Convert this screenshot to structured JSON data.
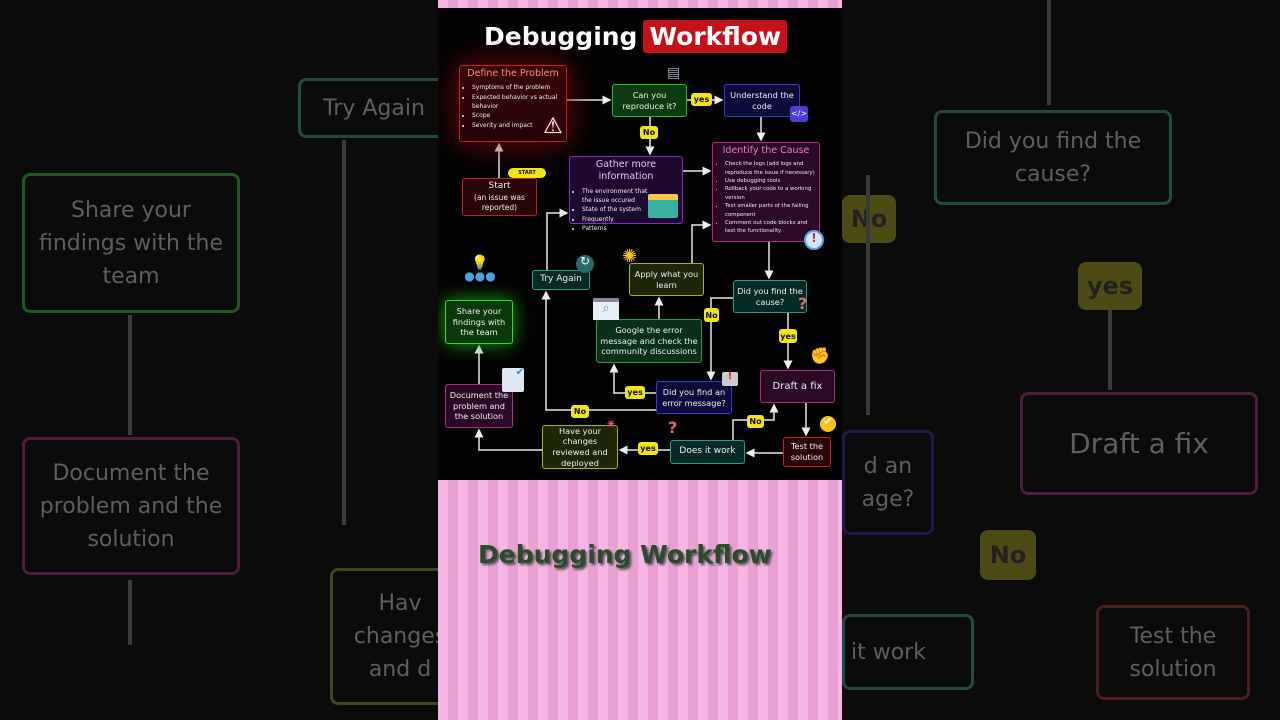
{
  "background": {
    "left": [
      "Try Again",
      "Share your findings with the team",
      "Document the problem and the solution",
      "Hav changes and d"
    ],
    "right": [
      "Did you find the cause?",
      "No",
      "yes",
      "Draft a fix",
      "No",
      "it work",
      "Test the solution",
      "d an age?"
    ]
  },
  "title": {
    "part1": "Debugging",
    "part2": "Workflow"
  },
  "nodes": {
    "define": {
      "title": "Define the Problem",
      "items": [
        "Symptoms of the problem",
        "Expected behavior vs actual behavior",
        "Scope",
        "Severity and impact"
      ]
    },
    "reproduce": "Can you reproduce it?",
    "understand": "Understand the code",
    "gather": {
      "title": "Gather more information",
      "items": [
        "The environment that the issue occured",
        "State of the system",
        "Frequently",
        "Patterns"
      ]
    },
    "identify": {
      "title": "Identify the Cause",
      "items": [
        "Check the logs (add logs and reproduce the issue if necessary)",
        "Use debugging tools",
        "Rollback your code to a working version",
        "Test smaller parts of the failing component",
        "Comment out code blocks and test the functionality"
      ]
    },
    "start": {
      "title": "Start",
      "sub": "(an issue was reported)",
      "pill": "START"
    },
    "try_again": "Try Again",
    "apply": "Apply what you learn",
    "found_cause": "Did you find the cause?",
    "share": "Share your findings with the team",
    "google": "Google the error message and check the community discussions",
    "draft": "Draft a fix",
    "error_msg": "Did you find an error message?",
    "document": "Document the problem and the solution",
    "reviewed": "Have your changes reviewed and deployed",
    "works": "Does it work",
    "test": "Test the solution"
  },
  "labels": {
    "yes": "yes",
    "no": "No"
  },
  "caption": "Debugging Workflow",
  "colors": {
    "red": "#c0212b",
    "green": "#2fb52a",
    "indigo": "#3b3bd1",
    "purple": "#8a2cc0",
    "magenta": "#b02a8a",
    "teal": "#2a9a8a",
    "olive": "#a0b52a",
    "badge": "#f3e515"
  }
}
